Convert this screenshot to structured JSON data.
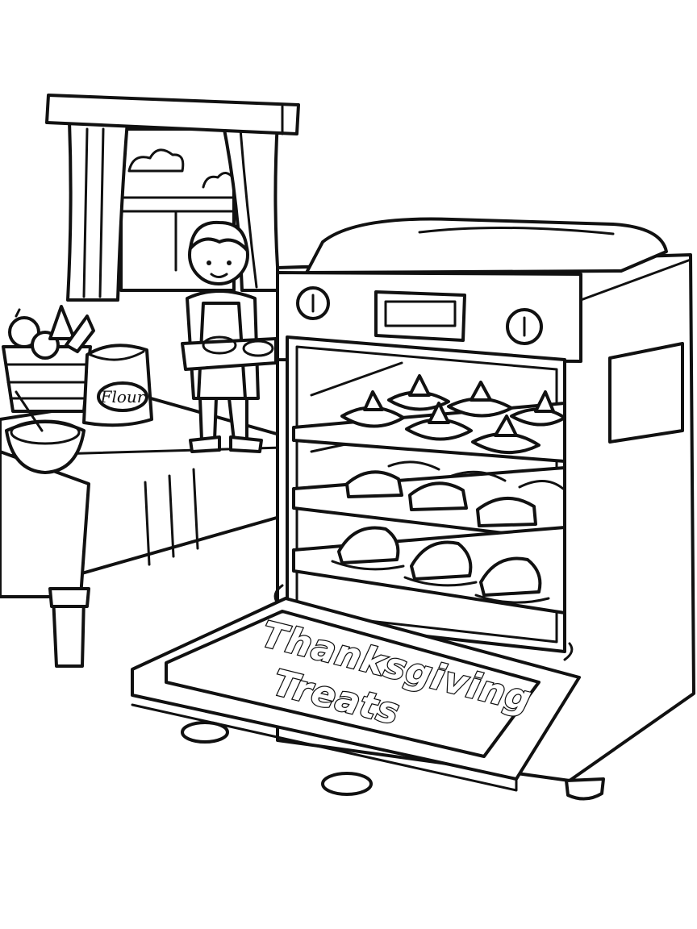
{
  "flour_bag": {
    "label": "Flour"
  },
  "oven_door": {
    "line1": "Thanksgiving",
    "line2": "Treats"
  },
  "palette": {
    "line": "#111111",
    "paper": "#ffffff"
  }
}
